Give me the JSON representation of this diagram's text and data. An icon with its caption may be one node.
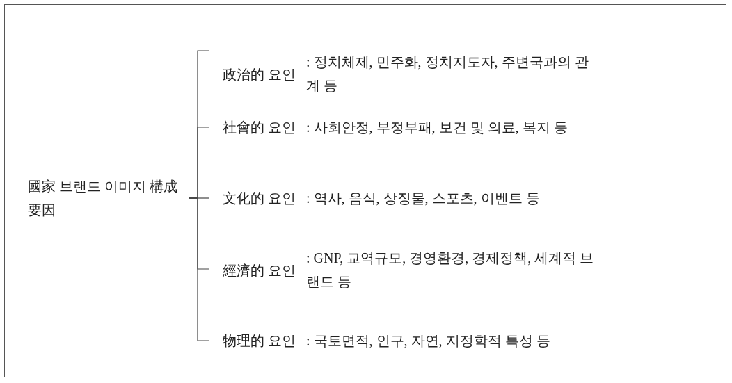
{
  "diagram": {
    "nodes": [
      {
        "text": [
          "國家 브랜드 이미지 構成要因"
        ]
      },
      {
        "text": [
          "政治的 요인"
        ],
        "beside": [
          ": 정치체제, 민주화, 정치지도자, 주변국과의 관계 등"
        ]
      },
      {
        "text": [
          "社會的 요인"
        ],
        "beside": [
          ": 사회안정, 부정부패, 보건 및 의료, 복지 등"
        ]
      },
      {
        "text": [
          "文化的 요인"
        ],
        "beside": [
          ": 역사, 음식, 상징물, 스포츠, 이벤트 등"
        ]
      },
      {
        "text": [
          "經濟的 요인"
        ],
        "beside": [
          ": GNP, 교역규모, 경영환경, 경제정책, 세계적 브랜드 등"
        ]
      },
      {
        "text": [
          "物理的 요인"
        ],
        "beside": [
          ": 국토면적, 인구, 자연, 지정학적 특성 등"
        ]
      }
    ],
    "edges": [
      {
        "from": 0,
        "to": 1,
        "arrow": "none"
      },
      {
        "from": 0,
        "to": 2,
        "arrow": "none"
      },
      {
        "from": 0,
        "to": 3,
        "arrow": "none"
      },
      {
        "from": 0,
        "to": 4,
        "arrow": "none"
      },
      {
        "from": 0,
        "to": 5,
        "arrow": "none"
      }
    ]
  }
}
